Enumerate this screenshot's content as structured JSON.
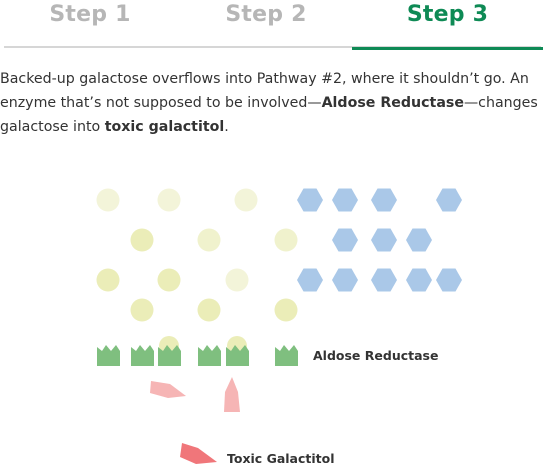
{
  "tabs": [
    {
      "label": "Step 1",
      "active": false
    },
    {
      "label": "Step 2",
      "active": false
    },
    {
      "label": "Step 3",
      "active": true
    }
  ],
  "description": {
    "part1": "Backed-up galactose overflows into Pathway #2, where it shouldn’t go. An enzyme that’s not supposed to be involved—",
    "enzyme_bold": "Aldose Reductase",
    "part2": "—changes galactose into ",
    "toxic_bold": "toxic galactitol",
    "part3": "."
  },
  "diagram": {
    "enzyme_label": "Aldose Reductase",
    "toxic_label": "Toxic Galactitol"
  },
  "colors": {
    "accent": "#0e8a55",
    "tab_inactive": "#b6b6b6",
    "galactose_circle": "#eef0c6",
    "hexagon": "#aac8e8",
    "enzyme": "#7fbf7f",
    "galactitol": "#f0767a"
  }
}
